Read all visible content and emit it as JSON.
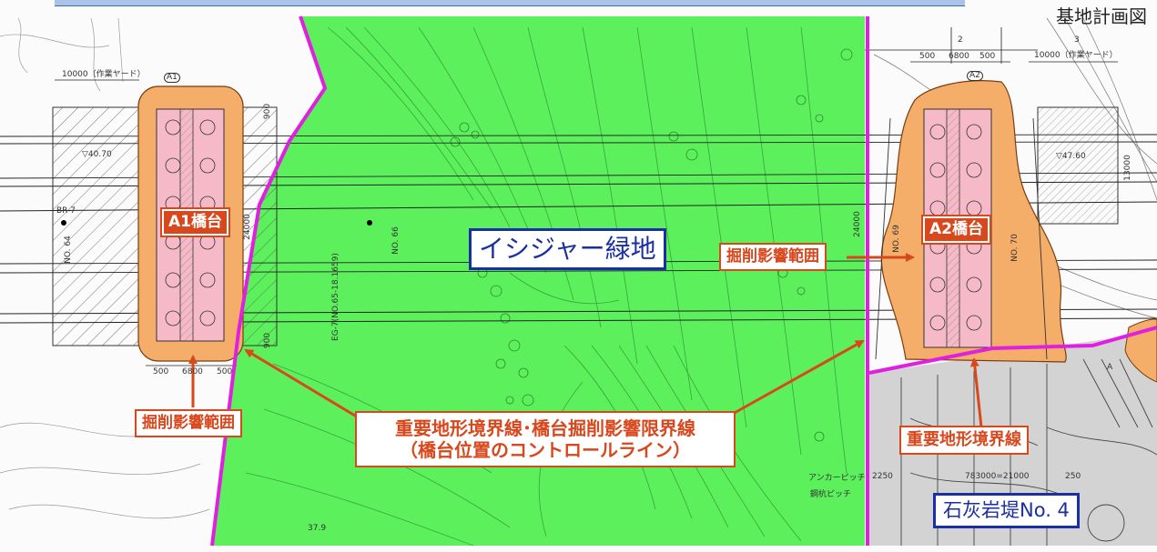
{
  "header_partial": "基地計画図",
  "colors": {
    "green_area": "#5cf05c",
    "boundary_line": "#e020e0",
    "excavation_orange": "#f4ae6a",
    "abutment_pink": "#f6b9c8",
    "callout_red": "#d9471d",
    "label_blue": "#1a2fa3",
    "limestone_gray": "#d3d3d3"
  },
  "labels": {
    "a1_abutment": "A1橋台",
    "a2_abutment": "A2橋台",
    "green_area": "イシジャー緑地",
    "excavation_range_left": "掘削影響範囲",
    "excavation_range_right": "掘削影響範囲",
    "boundary_line_main": "重要地形境界線･橋台掘削影響限界線",
    "boundary_line_sub": "（橋台位置のコントロールライン）",
    "boundary_line_right": "重要地形境界線",
    "limestone": "石灰岩堤No. 4"
  },
  "drawing_text": {
    "work_yard_left": "10000（作業ヤード）",
    "work_yard_right": "10000（作業ヤード）",
    "dim_500_a": "500",
    "dim_6800_a": "6800",
    "dim_500_b": "500",
    "dim_500_c": "500",
    "dim_6800_b": "6800",
    "dim_500_d": "500",
    "a1_tag": "A1",
    "a2_tag": "A2",
    "elev_left": "▽40.70",
    "elev_right": "▽47.60",
    "no64": "NO. 64",
    "no66": "NO. 66",
    "no70": "NO. 70",
    "no69": "NO. 69",
    "eg": "EG-7(NO.65-18.1659)",
    "br": "BR-7",
    "dim_24000_a": "24000",
    "dim_24000_b": "24000",
    "dim_13000": "13000",
    "dim_900_a": "900",
    "dim_900_b": "900",
    "dim_2": "2",
    "dim_3": "3",
    "anchor_pitch": "アンカーピッチ",
    "pile_pitch": "鋼杭ピッチ",
    "dim_2250": "2250",
    "dim_ctc": "783000=21000",
    "dim_250": "250",
    "elev_37": "37.9",
    "mark_a": "A"
  }
}
